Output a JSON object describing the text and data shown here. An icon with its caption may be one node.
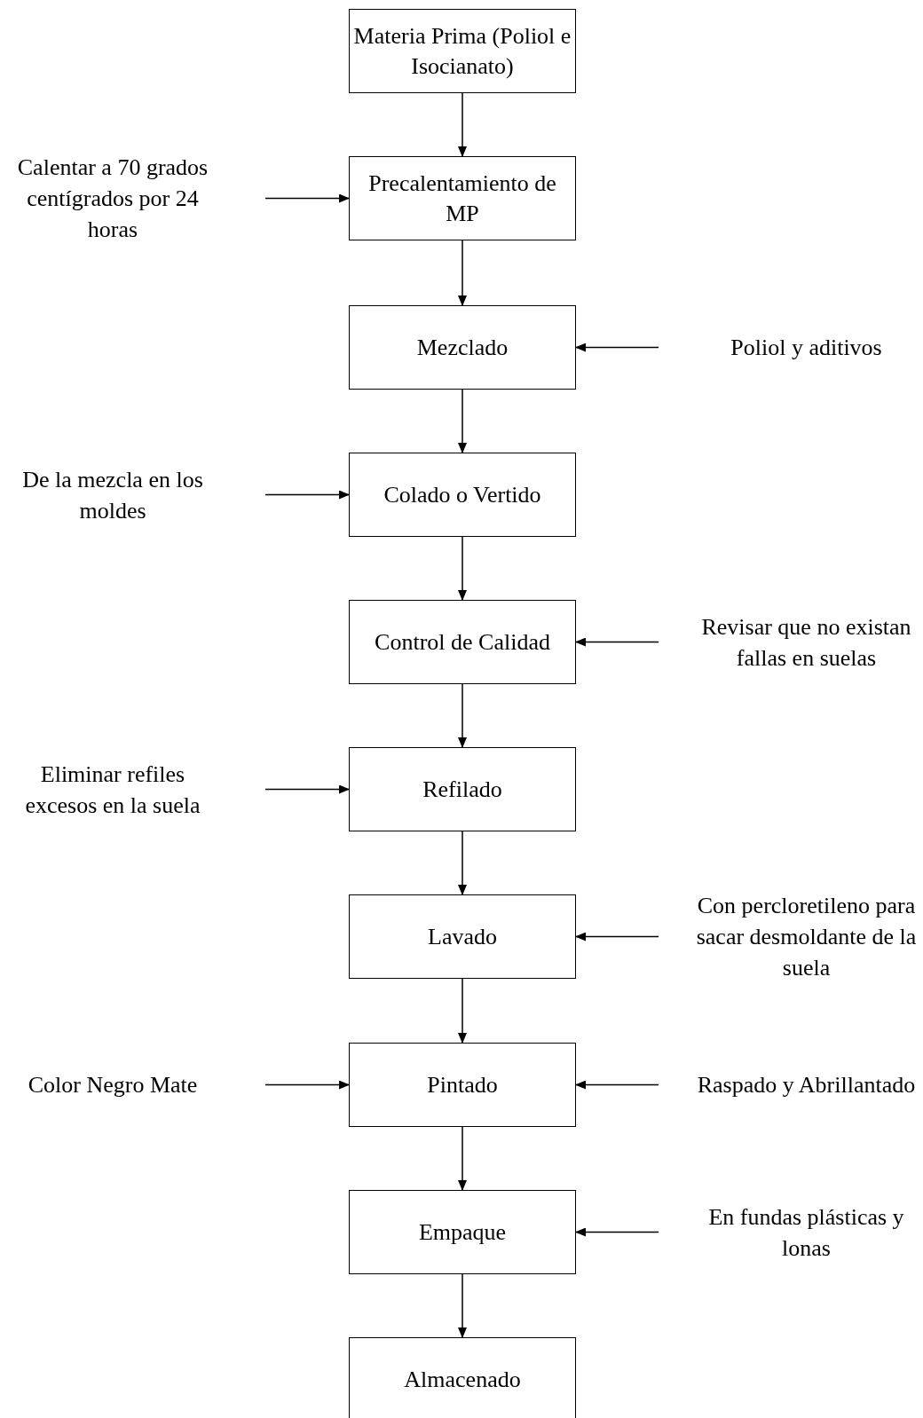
{
  "diagram": {
    "nodes": [
      {
        "text": [
          "Materia Prima (Poliol e Isocianato)"
        ]
      },
      {
        "text": [
          "Calentar a 70 grados centígrados por 24 horas"
        ]
      },
      {
        "text": [
          "Precalentamiento de MP"
        ]
      },
      {
        "text": [
          "Mezclado"
        ]
      },
      {
        "text": [
          "Poliol y aditivos"
        ]
      },
      {
        "text": [
          "De la mezcla en los moldes"
        ]
      },
      {
        "text": [
          "Colado o Vertido"
        ]
      },
      {
        "text": [
          "Control de Calidad"
        ]
      },
      {
        "text": [
          "Revisar que no existan fallas en suelas"
        ]
      },
      {
        "text": [
          "Eliminar refiles excesos en la suela"
        ]
      },
      {
        "text": [
          "Refilado"
        ]
      },
      {
        "text": [
          "Lavado"
        ]
      },
      {
        "text": [
          "Con percloretileno para sacar desmoldante de la suela"
        ]
      },
      {
        "text": [
          "Color Negro Mate"
        ]
      },
      {
        "text": [
          "Pintado"
        ]
      },
      {
        "text": [
          "Raspado y Abrillantado"
        ]
      },
      {
        "text": [
          "Empaque"
        ]
      },
      {
        "text": [
          "En fundas plásticas y lonas"
        ]
      },
      {
        "text": [
          "Almacenado"
        ]
      }
    ],
    "edges": [
      {
        "from": 0,
        "to": 2,
        "arrow": "to"
      },
      {
        "from": 1,
        "to": 2,
        "arrow": "to"
      },
      {
        "from": 2,
        "to": 3,
        "arrow": "to"
      },
      {
        "from": 4,
        "to": 3,
        "arrow": "to"
      },
      {
        "from": 3,
        "to": 6,
        "arrow": "to"
      },
      {
        "from": 5,
        "to": 6,
        "arrow": "to"
      },
      {
        "from": 6,
        "to": 7,
        "arrow": "to"
      },
      {
        "from": 8,
        "to": 7,
        "arrow": "to"
      },
      {
        "from": 7,
        "to": 10,
        "arrow": "to"
      },
      {
        "from": 9,
        "to": 10,
        "arrow": "to"
      },
      {
        "from": 10,
        "to": 11,
        "arrow": "to"
      },
      {
        "from": 12,
        "to": 11,
        "arrow": "to"
      },
      {
        "from": 11,
        "to": 14,
        "arrow": "to"
      },
      {
        "from": 13,
        "to": 14,
        "arrow": "to"
      },
      {
        "from": 15,
        "to": 14,
        "arrow": "to"
      },
      {
        "from": 14,
        "to": 16,
        "arrow": "to"
      },
      {
        "from": 17,
        "to": 16,
        "arrow": "to"
      },
      {
        "from": 16,
        "to": 18,
        "arrow": "to"
      }
    ]
  }
}
